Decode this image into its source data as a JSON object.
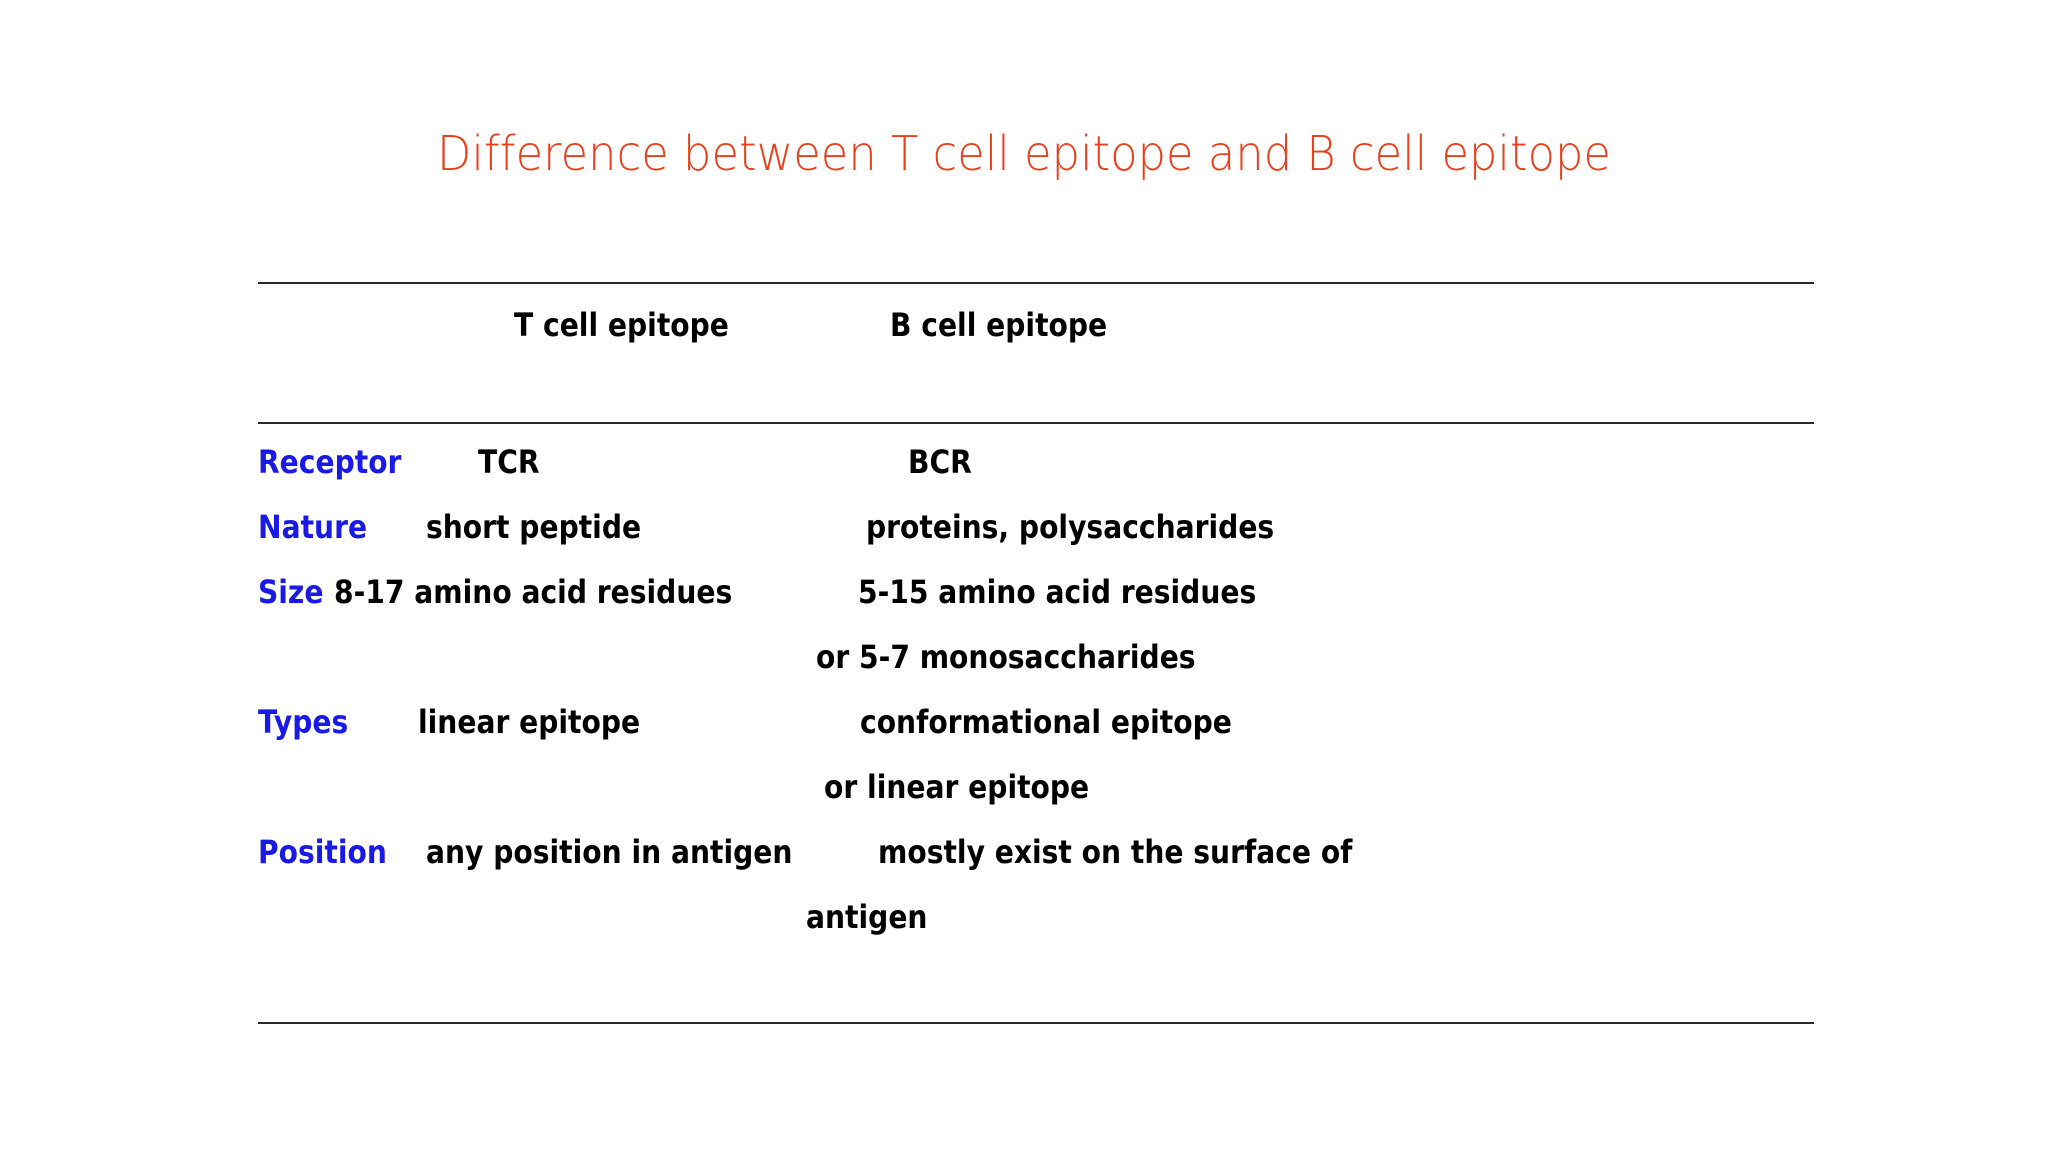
{
  "slide": {
    "title": "Difference between T cell epitope and B cell epitope",
    "title_color": "#E8401C",
    "label_color": "#1A1AE6",
    "text_color": "#000000",
    "rule_color": "#2B2B2B",
    "background": "#FFFFFF"
  },
  "table": {
    "column_headers": {
      "row_label": "",
      "t_cell": "T cell epitope",
      "b_cell": "B cell epitope"
    },
    "rows": [
      {
        "label": "Receptor",
        "t_cell": "TCR",
        "b_cell": "BCR",
        "t_cell_extra": "",
        "b_cell_extra": ""
      },
      {
        "label": "Nature",
        "t_cell": "short peptide",
        "b_cell": "proteins, polysaccharides",
        "t_cell_extra": "",
        "b_cell_extra": ""
      },
      {
        "label": "Size",
        "t_cell": "8-17 amino acid residues",
        "b_cell": "5-15 amino acid residues",
        "t_cell_extra": "",
        "b_cell_extra": "or 5-7 monosaccharides"
      },
      {
        "label": "Types",
        "t_cell": "linear epitope",
        "b_cell": "conformational epitope",
        "t_cell_extra": "",
        "b_cell_extra": "or linear epitope"
      },
      {
        "label": "Position",
        "t_cell": "any position in antigen",
        "b_cell": "mostly exist on the surface of",
        "t_cell_extra": "",
        "b_cell_extra": "antigen"
      }
    ]
  }
}
